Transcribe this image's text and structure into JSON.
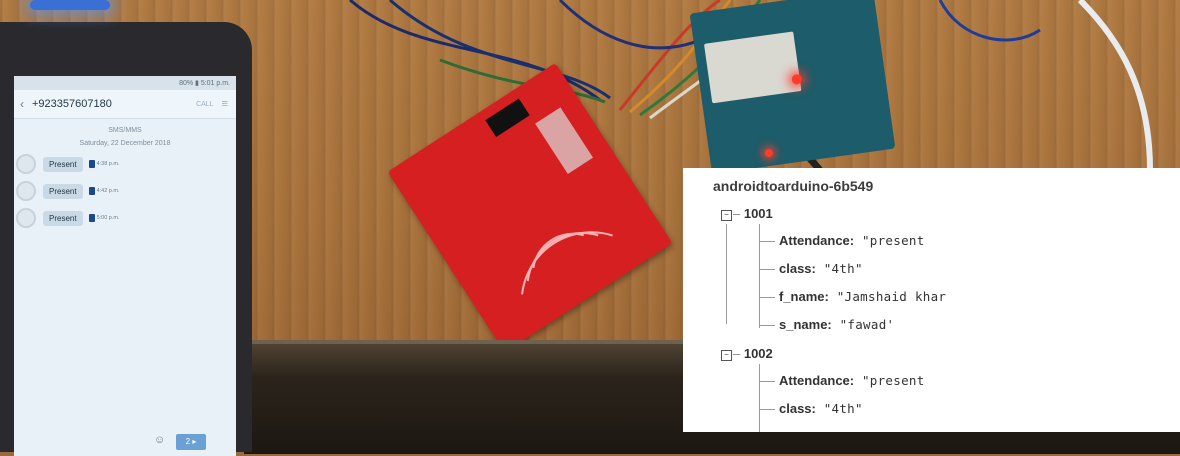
{
  "phone": {
    "status_text": "80% ▮ 5:01 p.m.",
    "contact": "+923357607180",
    "header_action": "CALL",
    "menu_icon": "menu-icon",
    "thread_type": "SMS/MMS",
    "date": "Saturday, 22 December 2018",
    "messages": [
      {
        "text": "Present",
        "time": "4:38 p.m."
      },
      {
        "text": "Present",
        "time": "4:42 p.m."
      },
      {
        "text": "Present",
        "time": "5:00 p.m."
      }
    ],
    "emoji_icon": "emoji-icon",
    "send_label": "2 ▸"
  },
  "database": {
    "root": "androidtoarduino-6b549",
    "records": [
      {
        "id": "1001",
        "fields": [
          {
            "key": "Attendance:",
            "value": "\"present"
          },
          {
            "key": "class:",
            "value": "\"4th\""
          },
          {
            "key": "f_name:",
            "value": "\"Jamshaid khar"
          },
          {
            "key": "s_name:",
            "value": "\"fawad'"
          }
        ]
      },
      {
        "id": "1002",
        "fields": [
          {
            "key": "Attendance:",
            "value": "\"present"
          },
          {
            "key": "class:",
            "value": "\"4th\""
          }
        ]
      }
    ]
  }
}
